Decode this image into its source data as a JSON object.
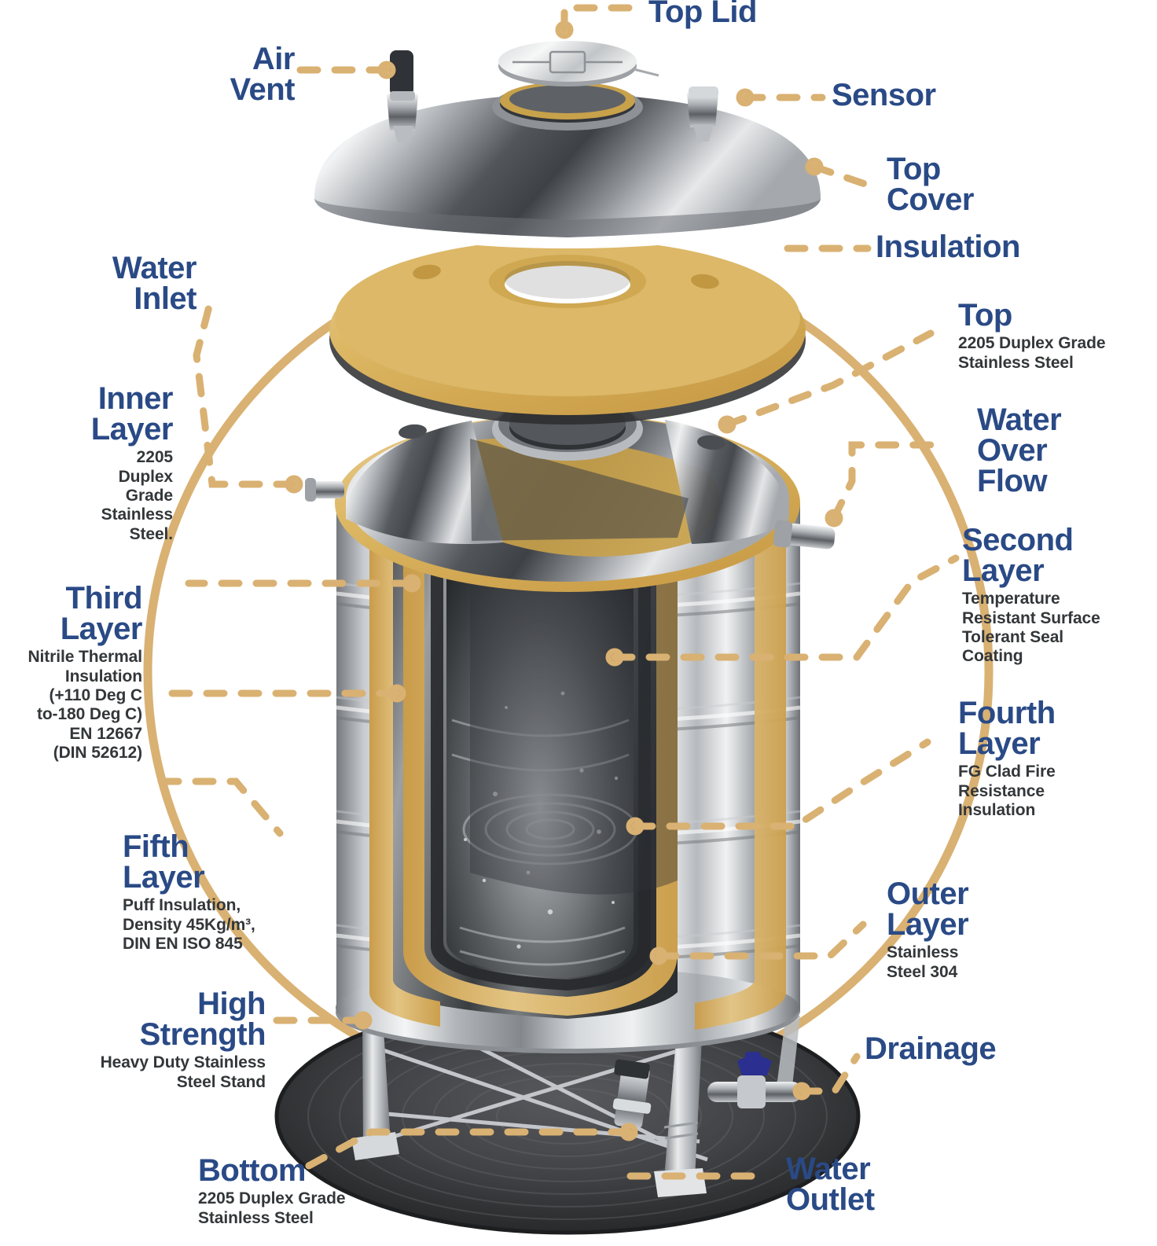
{
  "diagram": {
    "title": "Insulated Stainless Steel Water Tank - Exploded Layer Diagram",
    "colors": {
      "heading_blue": "#2a4a86",
      "sub_text": "#333739",
      "accent_gold": "#d9b172",
      "insulation_gold": "#ddb464",
      "steel_light": "#e9eaec",
      "steel_mid": "#9a9ea3",
      "steel_dark": "#3c4044",
      "base_dark": "#3a3b3d",
      "valve_blue": "#2b2f8f"
    }
  },
  "callouts": {
    "top_lid": {
      "heading": "Top Lid",
      "sub": ""
    },
    "air_vent": {
      "heading": "Air\nVent",
      "sub": ""
    },
    "sensor": {
      "heading": "Sensor",
      "sub": ""
    },
    "top_cover": {
      "heading": "Top\nCover",
      "sub": ""
    },
    "insulation": {
      "heading": "Insulation",
      "sub": ""
    },
    "top": {
      "heading": "Top",
      "sub": "2205 Duplex Grade\nStainless Steel"
    },
    "water_inlet": {
      "heading": "Water\nInlet",
      "sub": ""
    },
    "inner_layer": {
      "heading": "Inner\nLayer",
      "sub": "2205\nDuplex\nGrade\nStainless\nSteel."
    },
    "water_overflow": {
      "heading": "Water\nOver\nFlow",
      "sub": ""
    },
    "second_layer": {
      "heading": "Second\nLayer",
      "sub": "Temperature\nResistant Surface\nTolerant Seal\nCoating"
    },
    "third_layer": {
      "heading": "Third\nLayer",
      "sub": "Nitrile Thermal\nInsulation\n(+110 Deg C\nto-180 Deg C)\nEN 12667\n(DIN 52612)"
    },
    "fourth_layer": {
      "heading": "Fourth\nLayer",
      "sub": "FG Clad Fire\nResistance\nInsulation"
    },
    "fifth_layer": {
      "heading": "Fifth\nLayer",
      "sub": "Puff Insulation,\nDensity 45Kg/m³,\nDIN EN ISO 845"
    },
    "outer_layer": {
      "heading": "Outer\nLayer",
      "sub": "Stainless\nSteel 304"
    },
    "high_strength": {
      "heading": "High\nStrength",
      "sub": "Heavy Duty Stainless\nSteel Stand"
    },
    "drainage": {
      "heading": "Drainage",
      "sub": ""
    },
    "bottom": {
      "heading": "Bottom",
      "sub": "2205 Duplex Grade\nStainless Steel"
    },
    "water_outlet": {
      "heading": "Water\nOutlet",
      "sub": ""
    }
  }
}
